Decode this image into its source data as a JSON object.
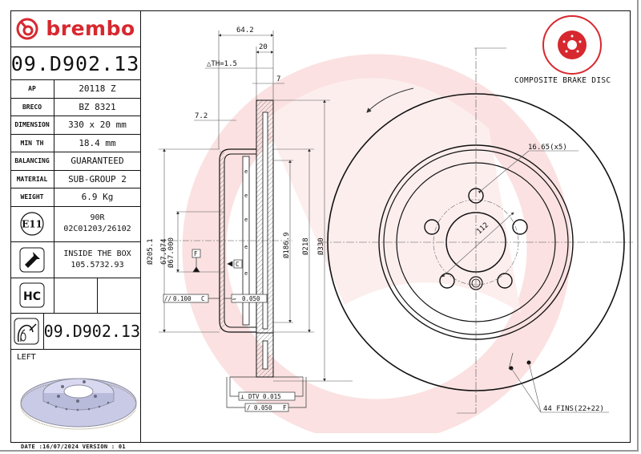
{
  "brand": {
    "name": "brembo",
    "color": "#d7282f"
  },
  "part_number": "09.D902.13",
  "specs": [
    {
      "label": "AP",
      "value": "20118 Z"
    },
    {
      "label": "BRECO",
      "value": "BZ 8321"
    },
    {
      "label": "DIMENSION",
      "value": "330 x 20 mm"
    },
    {
      "label": "MIN TH",
      "value": "18.4 mm"
    },
    {
      "label": "BALANCING",
      "value": "GUARANTEED"
    },
    {
      "label": "MATERIAL",
      "value": "SUB-GROUP 2"
    },
    {
      "label": "WEIGHT",
      "value": "6.9 Kg"
    }
  ],
  "certification": {
    "icon": "e11-mark-icon",
    "mark": "E11",
    "line1": "90R",
    "line2": "02C01203/26102"
  },
  "screw": {
    "icon": "screw-icon",
    "line1": "INSIDE THE BOX",
    "line2": "105.5732.93"
  },
  "hc": {
    "icon": "hc-badge-icon",
    "mark": "HC"
  },
  "pair": {
    "icon": "disc-pair-icon",
    "part_number": "09.D902.13"
  },
  "side": "LEFT",
  "footer": "DATE :16/07/2024 VERSION : 01",
  "badge": {
    "icon": "composite-disc-icon",
    "label": "COMPOSITE BRAKE DISC"
  },
  "dimensions": {
    "overall_height": "64.2",
    "thickness": "20",
    "delta_th": "△TH=1.5",
    "vent": "7",
    "hat_wall": "7.2",
    "d_205": "Ø205.1",
    "d_67_upper": "67.074",
    "d_67_lower": "Ø67.000",
    "d_186": "Ø186.9",
    "d_218": "Ø218",
    "d_330": "Ø330",
    "datum_f": "F",
    "datum_c": "C",
    "parallelism": "0.100",
    "parallelism_ref": "C",
    "flatness": "0.050",
    "dtv_label": "DTV 0.015",
    "runout": "0.050",
    "runout_ref": "F",
    "bolt_hole": "16.65(x5)",
    "pcd": "112",
    "fins": "44 FINS(22+22)"
  }
}
